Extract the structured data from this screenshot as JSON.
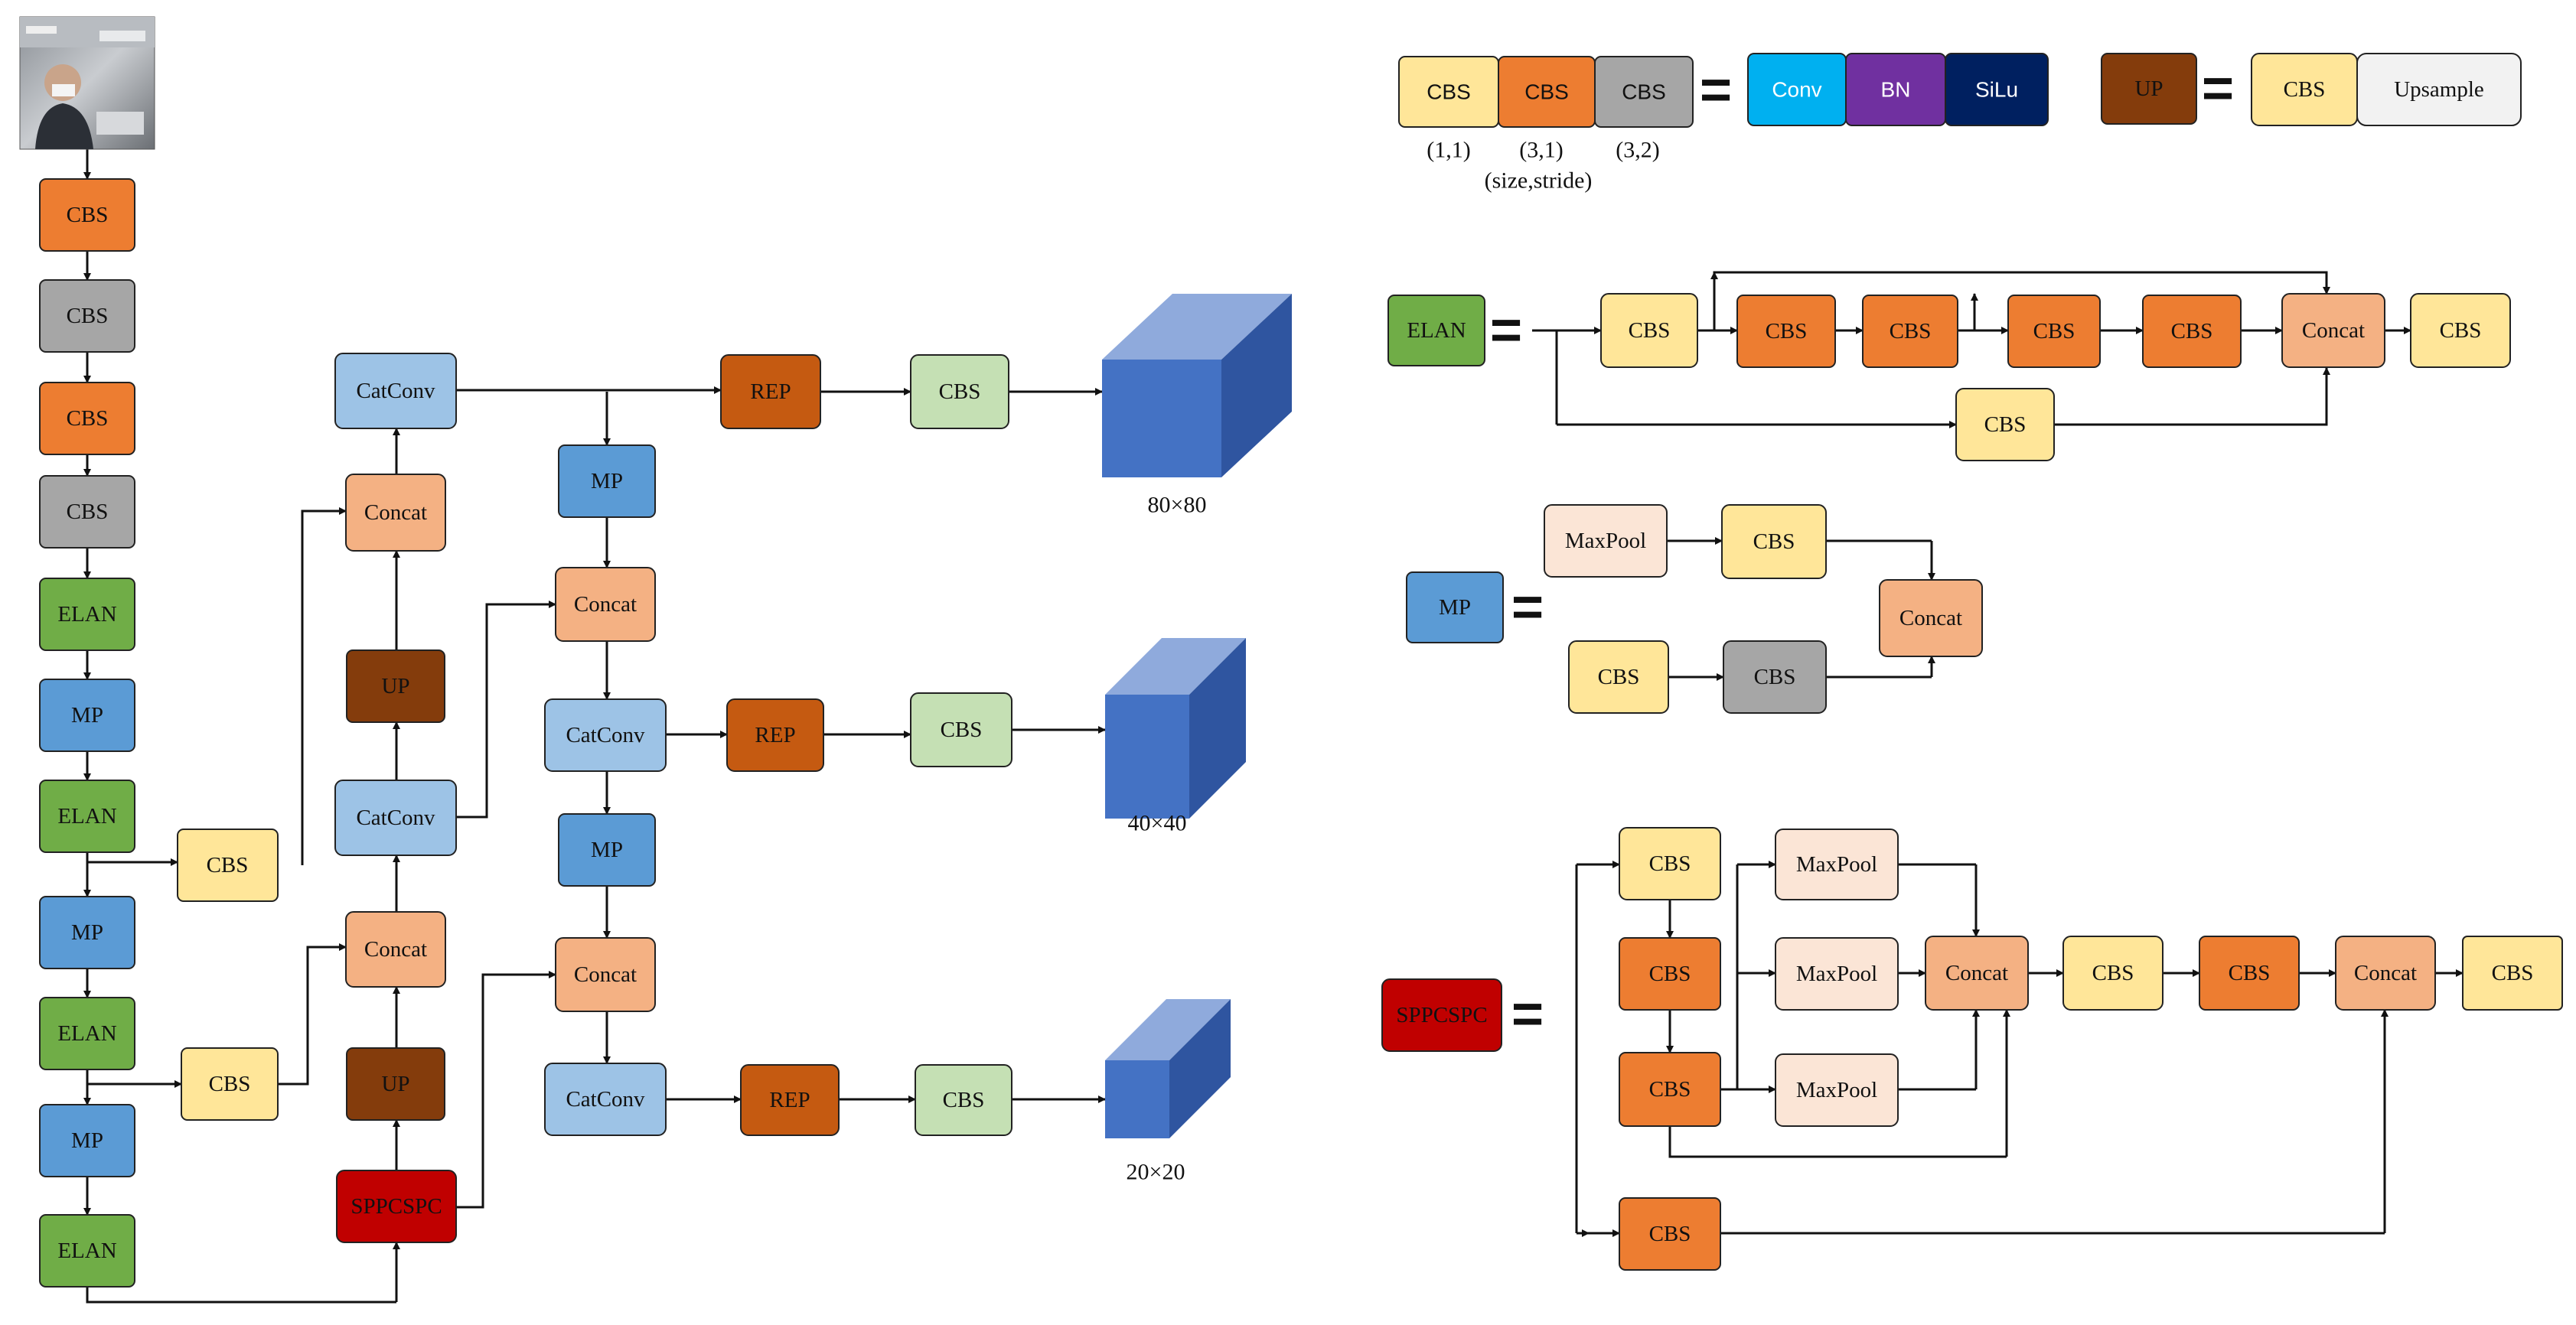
{
  "colors": {
    "cbs_yellow": "#FFE699",
    "cbs_orange": "#ED7D31",
    "cbs_gray": "#A6A6A6",
    "elan_green": "#70AD47",
    "mp_blue": "#5B9BD5",
    "catconv_blue": "#9DC3E6",
    "concat_peach": "#F4B183",
    "up_brown": "#843C0C",
    "sppcspc_red": "#C00000",
    "rep_orange": "#C55A11",
    "cbs_green": "#C5E0B4",
    "conv_cyan": "#00B0F0",
    "bn_purple": "#7030A0",
    "silu_navy": "#002060",
    "upsample_gray": "#F2F2F2",
    "maxpool_bisque": "#FBE5D6",
    "cube_front": "#4472C4",
    "cube_top": "#8FAADC",
    "cube_side": "#2F55A0"
  },
  "labels": {
    "cbs": "CBS",
    "elan": "ELAN",
    "mp": "MP",
    "catconv": "CatConv",
    "concat": "Concat",
    "up": "UP",
    "sppcspc": "SPPCSPC",
    "rep": "REP",
    "conv": "Conv",
    "bn": "BN",
    "silu": "SiLu",
    "upsample": "Upsample",
    "maxpool": "MaxPool"
  },
  "equals_sign": "=",
  "legend": {
    "cbs_params": [
      "(1,1)",
      "(3,1)",
      "(3,2)"
    ],
    "size_stride": "(size,stride)"
  },
  "outputs": {
    "p3": "80×80",
    "p4": "40×40",
    "p5": "20×20"
  }
}
